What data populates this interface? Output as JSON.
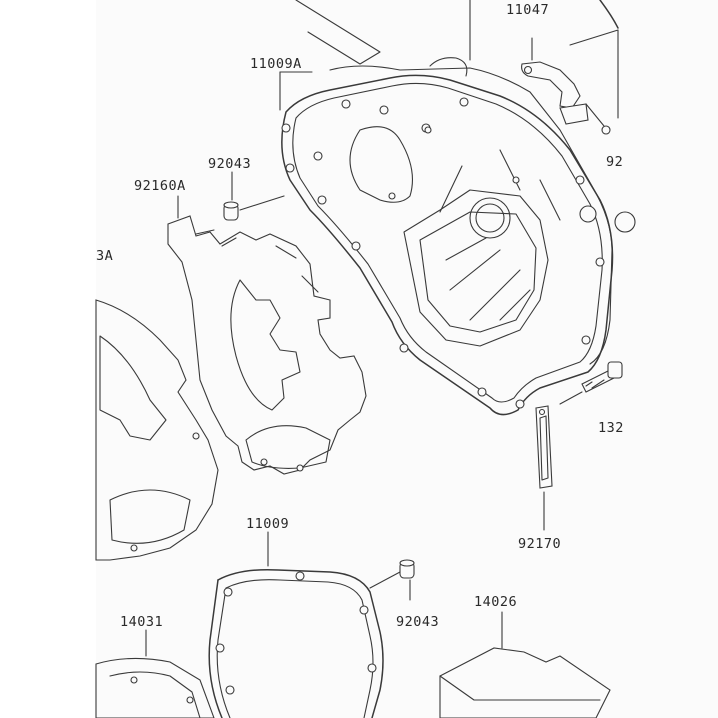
{
  "labels": {
    "top_right": "11047",
    "gasket_upper": "11009A",
    "dowel_upper": "92043",
    "cover_plate": "92160A",
    "left_partial": "3A",
    "right_upper_partial": "92",
    "bolt_right_partial": "132",
    "clamp": "92170",
    "gasket_lower": "11009",
    "dowel_lower": "92043",
    "cover_left": "14031",
    "cover_right": "14026"
  }
}
